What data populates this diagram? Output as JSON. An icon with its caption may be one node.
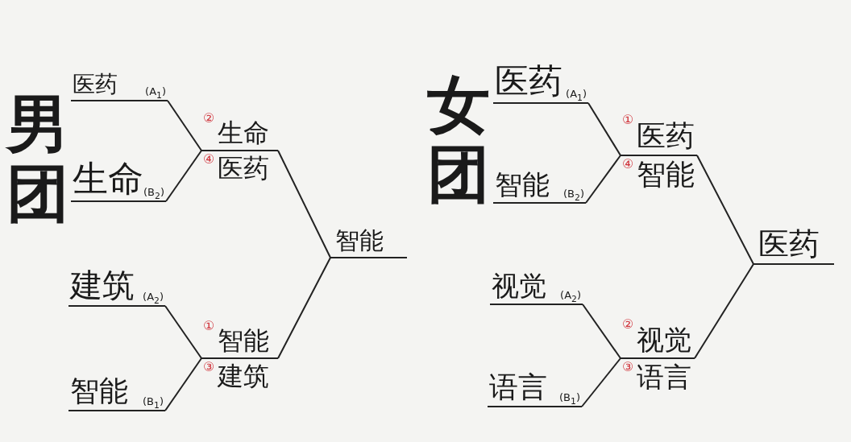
{
  "diagram": {
    "nodes": [
      {
        "text": [
          "医药",
          "(A$_{1}$)"
        ]
      },
      {
        "text": [
          "生命",
          "(B$_{2}$)"
        ]
      },
      {
        "text": [
          "②",
          "生命",
          "④",
          "医药"
        ]
      },
      {
        "text": [
          "建筑",
          "(A$_{2}$)"
        ]
      },
      {
        "text": [
          "智能",
          "(B$_{1}$)"
        ]
      },
      {
        "text": [
          "①",
          "智能",
          "③",
          "建筑"
        ]
      },
      {
        "text": [
          "智能"
        ]
      },
      {
        "text": [
          "医药",
          "(A$_{1}$)"
        ]
      },
      {
        "text": [
          "智能",
          "(B$_{2}$)"
        ]
      },
      {
        "text": [
          "①",
          "医药",
          "④",
          "智能"
        ]
      },
      {
        "text": [
          "视觉",
          "(A$_{2}$)"
        ]
      },
      {
        "text": [
          "语言",
          "(B$_{1}$)"
        ]
      },
      {
        "text": [
          "②",
          "视觉",
          "③",
          "语言"
        ]
      },
      {
        "text": [
          "医药"
        ]
      }
    ],
    "edges": [
      {
        "from": 0,
        "to": 2,
        "arrow": "none"
      },
      {
        "from": 1,
        "to": 2,
        "arrow": "none"
      },
      {
        "from": 3,
        "to": 5,
        "arrow": "none"
      },
      {
        "from": 4,
        "to": 5,
        "arrow": "none"
      },
      {
        "from": 2,
        "to": 6,
        "arrow": "none"
      },
      {
        "from": 5,
        "to": 6,
        "arrow": "none"
      },
      {
        "from": 7,
        "to": 9,
        "arrow": "none"
      },
      {
        "from": 8,
        "to": 9,
        "arrow": "none"
      },
      {
        "from": 10,
        "to": 12,
        "arrow": "none"
      },
      {
        "from": 11,
        "to": 12,
        "arrow": "none"
      },
      {
        "from": 9,
        "to": 13,
        "arrow": "none"
      },
      {
        "from": 12,
        "to": 13,
        "arrow": "none"
      }
    ],
    "labels": [
      "男团",
      "女团"
    ]
  }
}
